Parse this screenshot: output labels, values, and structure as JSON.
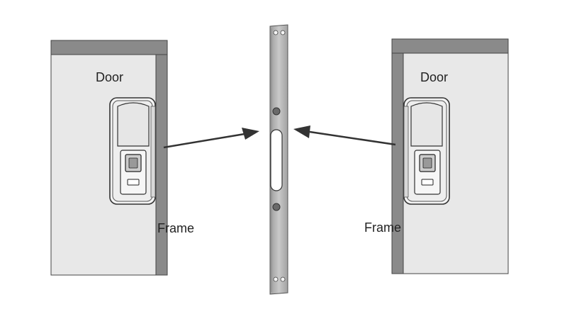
{
  "labels": {
    "left_door": "Door",
    "left_frame": "Frame",
    "right_door": "Door",
    "right_frame": "Frame"
  },
  "colors": {
    "door_fill": "#e8e8e8",
    "frame_fill": "#8a8a8a",
    "outline": "#444444",
    "plate_fill": "#b4b4b4",
    "arrow": "#333333"
  }
}
